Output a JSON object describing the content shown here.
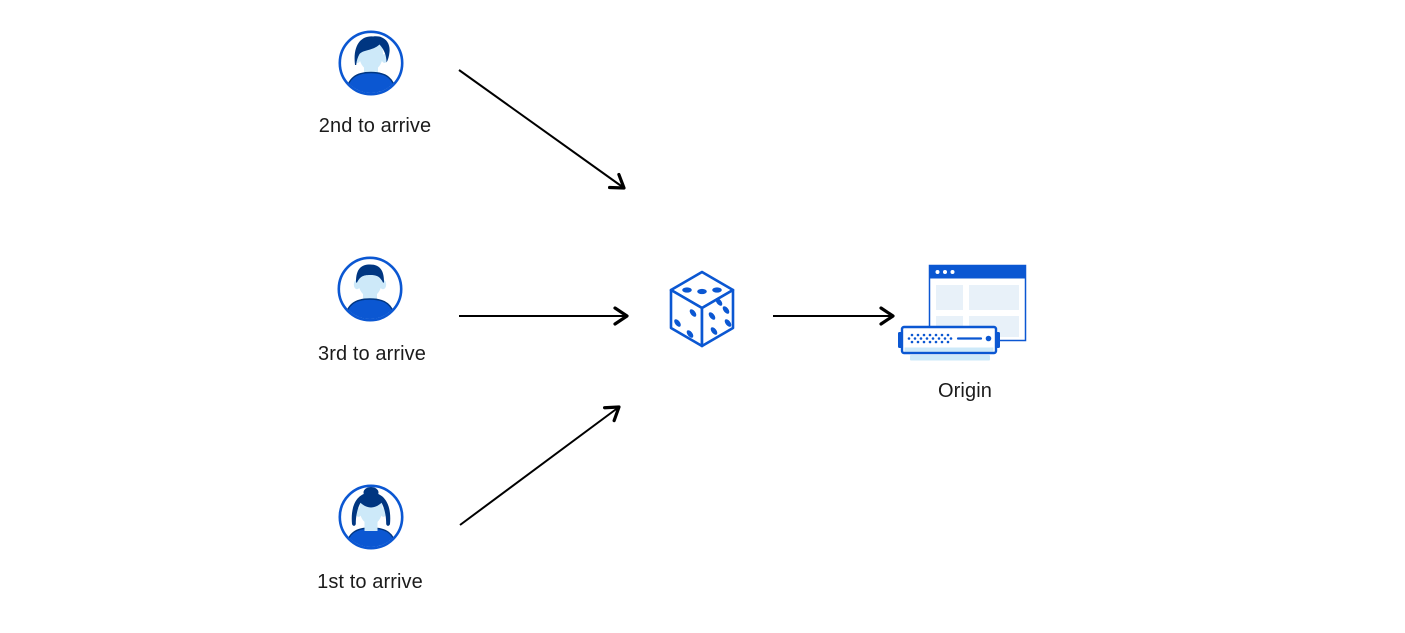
{
  "colors": {
    "background": "#ffffff",
    "primary_blue": "#0b57d2",
    "navy_blue": "#003681",
    "light_blue": "#cde9f9",
    "panel_blue": "#e8f1f9",
    "arrow_black": "#000000",
    "text_dark": "#1b1b1b"
  },
  "nodes": {
    "user_second": {
      "label": "2nd to arrive",
      "icon": "man-avatar-icon"
    },
    "user_third": {
      "label": "3rd to arrive",
      "icon": "man-flattop-avatar-icon"
    },
    "user_first": {
      "label": "1st to arrive",
      "icon": "woman-avatar-icon"
    },
    "randomizer": {
      "icon": "dice-icon"
    },
    "origin": {
      "label": "Origin",
      "icon": "origin-server-icon"
    }
  },
  "edges": [
    {
      "from": "user_second",
      "to": "randomizer"
    },
    {
      "from": "user_third",
      "to": "randomizer"
    },
    {
      "from": "user_first",
      "to": "randomizer"
    },
    {
      "from": "randomizer",
      "to": "origin"
    }
  ]
}
